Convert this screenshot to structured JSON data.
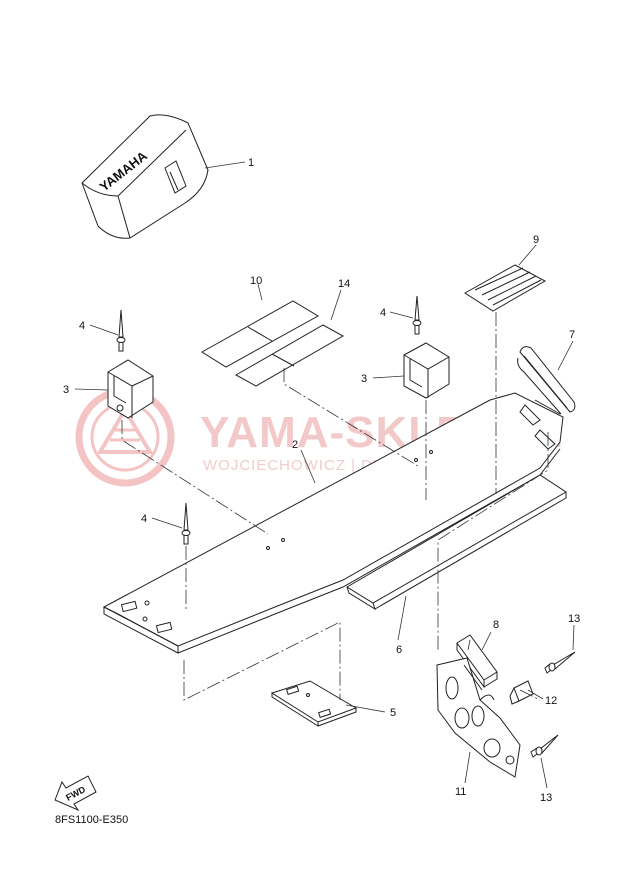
{
  "watermark": {
    "title": "YAMA-SKLEP.PL",
    "subtitle": "WOJCIECHOWICZ | DEALER YAMAHA"
  },
  "diagram_code": "8FS1100-E350",
  "cover_brand": "YAMAHA",
  "fwd_label": "FWD",
  "callouts": [
    {
      "id": "c1",
      "label": "1"
    },
    {
      "id": "c2",
      "label": "2"
    },
    {
      "id": "c3a",
      "label": "3"
    },
    {
      "id": "c3b",
      "label": "3"
    },
    {
      "id": "c4a",
      "label": "4"
    },
    {
      "id": "c4b",
      "label": "4"
    },
    {
      "id": "c4c",
      "label": "4"
    },
    {
      "id": "c5",
      "label": "5"
    },
    {
      "id": "c6",
      "label": "6"
    },
    {
      "id": "c7",
      "label": "7"
    },
    {
      "id": "c8",
      "label": "8"
    },
    {
      "id": "c9",
      "label": "9"
    },
    {
      "id": "c10",
      "label": "10"
    },
    {
      "id": "c11",
      "label": "11"
    },
    {
      "id": "c12",
      "label": "12"
    },
    {
      "id": "c13a",
      "label": "13"
    },
    {
      "id": "c13b",
      "label": "13"
    },
    {
      "id": "c14",
      "label": "14"
    }
  ]
}
